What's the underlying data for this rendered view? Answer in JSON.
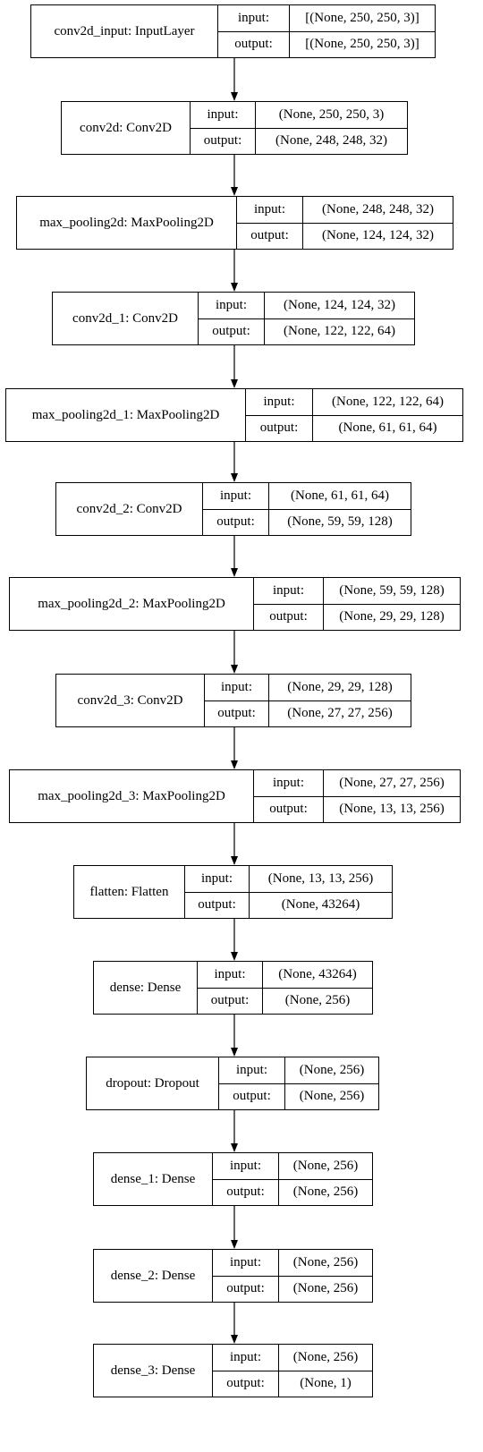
{
  "diagram": {
    "layers": [
      {
        "name": "conv2d_input: InputLayer",
        "input_label": "input:",
        "output_label": "output:",
        "input": "[(None, 250, 250, 3)]",
        "output": "[(None, 250, 250, 3)]"
      },
      {
        "name": "conv2d: Conv2D",
        "input_label": "input:",
        "output_label": "output:",
        "input": "(None, 250, 250, 3)",
        "output": "(None, 248, 248, 32)"
      },
      {
        "name": "max_pooling2d: MaxPooling2D",
        "input_label": "input:",
        "output_label": "output:",
        "input": "(None, 248, 248, 32)",
        "output": "(None, 124, 124, 32)"
      },
      {
        "name": "conv2d_1: Conv2D",
        "input_label": "input:",
        "output_label": "output:",
        "input": "(None, 124, 124, 32)",
        "output": "(None, 122, 122, 64)"
      },
      {
        "name": "max_pooling2d_1: MaxPooling2D",
        "input_label": "input:",
        "output_label": "output:",
        "input": "(None, 122, 122, 64)",
        "output": "(None, 61, 61, 64)"
      },
      {
        "name": "conv2d_2: Conv2D",
        "input_label": "input:",
        "output_label": "output:",
        "input": "(None, 61, 61, 64)",
        "output": "(None, 59, 59, 128)"
      },
      {
        "name": "max_pooling2d_2: MaxPooling2D",
        "input_label": "input:",
        "output_label": "output:",
        "input": "(None, 59, 59, 128)",
        "output": "(None, 29, 29, 128)"
      },
      {
        "name": "conv2d_3: Conv2D",
        "input_label": "input:",
        "output_label": "output:",
        "input": "(None, 29, 29, 128)",
        "output": "(None, 27, 27, 256)"
      },
      {
        "name": "max_pooling2d_3: MaxPooling2D",
        "input_label": "input:",
        "output_label": "output:",
        "input": "(None, 27, 27, 256)",
        "output": "(None, 13, 13, 256)"
      },
      {
        "name": "flatten: Flatten",
        "input_label": "input:",
        "output_label": "output:",
        "input": "(None, 13, 13, 256)",
        "output": "(None, 43264)"
      },
      {
        "name": "dense: Dense",
        "input_label": "input:",
        "output_label": "output:",
        "input": "(None, 43264)",
        "output": "(None, 256)"
      },
      {
        "name": "dropout: Dropout",
        "input_label": "input:",
        "output_label": "output:",
        "input": "(None, 256)",
        "output": "(None, 256)"
      },
      {
        "name": "dense_1: Dense",
        "input_label": "input:",
        "output_label": "output:",
        "input": "(None, 256)",
        "output": "(None, 256)"
      },
      {
        "name": "dense_2: Dense",
        "input_label": "input:",
        "output_label": "output:",
        "input": "(None, 256)",
        "output": "(None, 256)"
      },
      {
        "name": "dense_3: Dense",
        "input_label": "input:",
        "output_label": "output:",
        "input": "(None, 256)",
        "output": "(None, 1)"
      }
    ]
  }
}
